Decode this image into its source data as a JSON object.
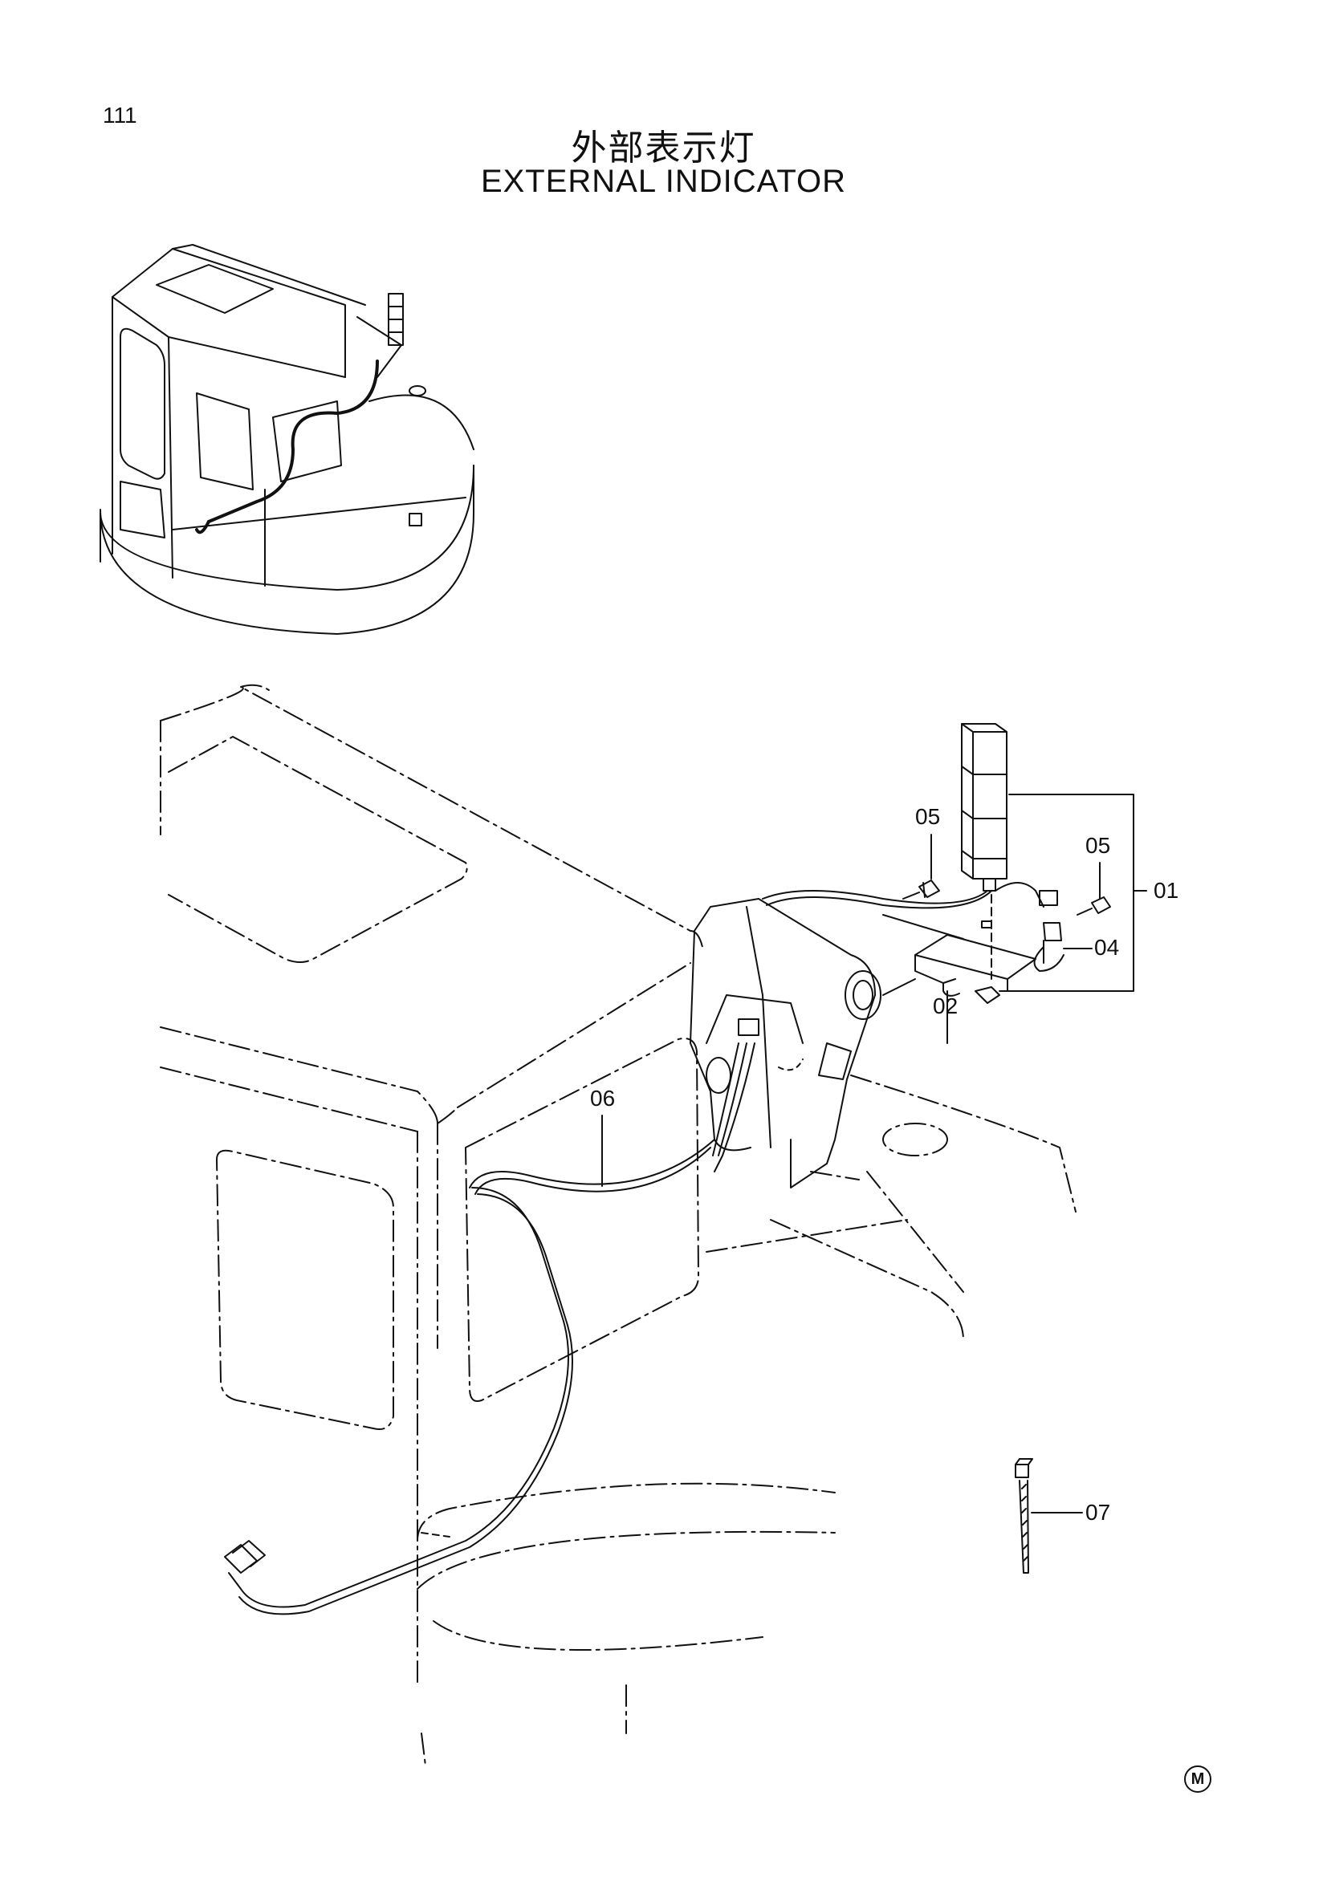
{
  "page_number": "111",
  "title_jp": "外部表示灯",
  "title_en": "EXTERNAL INDICATOR",
  "callouts": {
    "c01": "01",
    "c02": "02",
    "c04": "04",
    "c05a": "05",
    "c05b": "05",
    "c06": "06",
    "c07": "07"
  },
  "corner_mark": "M"
}
